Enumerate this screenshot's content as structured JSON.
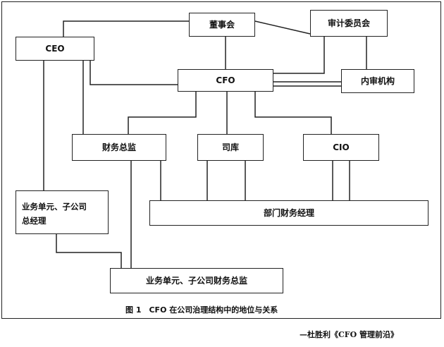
{
  "diagram": {
    "nodes": {
      "board": "董事会",
      "audit_committee": "审计委员会",
      "ceo": "CEO",
      "cfo": "CFO",
      "internal_audit": "内审机构",
      "finance_director": "财务总监",
      "treasurer": "司库",
      "cio": "CIO",
      "bu_gm": "业务单元、子公司\n总经理",
      "dept_finance_manager": "部门财务经理",
      "bu_finance_director": "业务单元、子公司财务总监"
    },
    "caption": "图 1　CFO 在公司治理结构中的地位与关系",
    "source": "—杜胜利《CFO 管理前沿》"
  }
}
